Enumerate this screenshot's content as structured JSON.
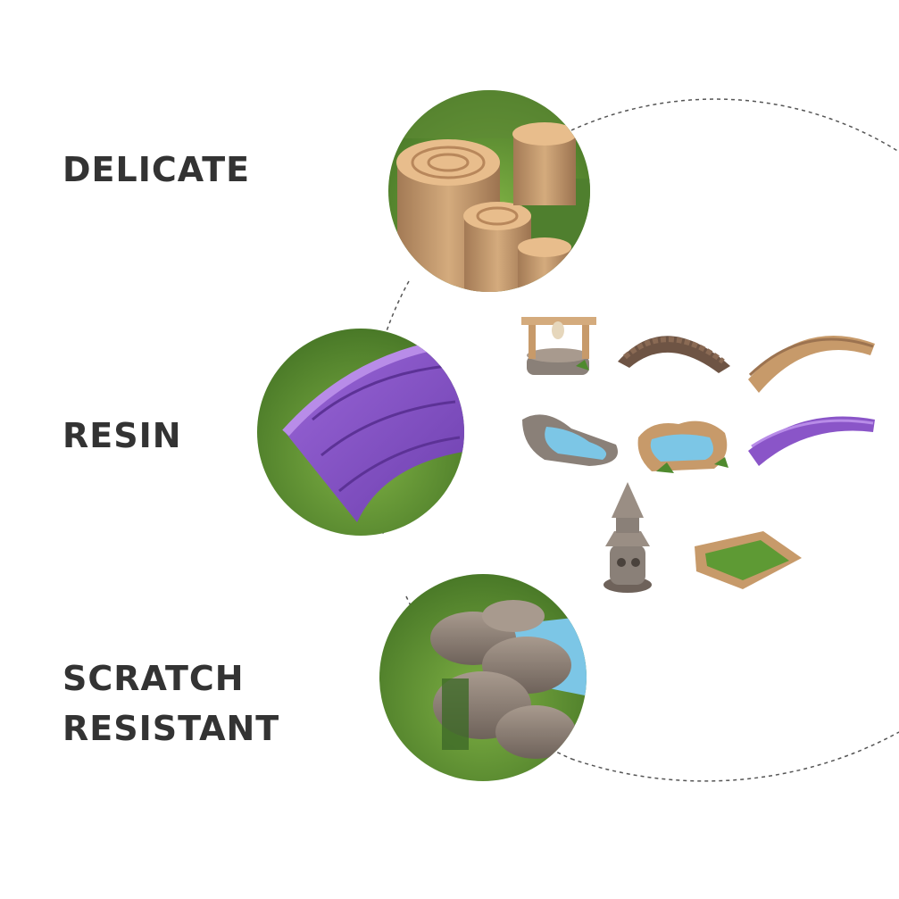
{
  "features": [
    {
      "lines": [
        "DELICATE"
      ],
      "image": "tree-stump-steps-closeup"
    },
    {
      "lines": [
        "RESIN"
      ],
      "image": "purple-bridge-closeup"
    },
    {
      "lines": [
        "SCRATCH",
        "RESISTANT"
      ],
      "image": "rock-pond-closeup"
    }
  ],
  "products": [
    "wishing-well",
    "stone-bridge",
    "wooden-bridge",
    "rock-pond",
    "stump-pond",
    "purple-bridge",
    "stone-lantern",
    "grass-planter"
  ],
  "colors": {
    "text": "#333333",
    "grass": "#6a9a3a",
    "wood": "#c79a6a",
    "purple": "#8a55c8",
    "water": "#7cc6e6",
    "stone": "#8a8078"
  }
}
